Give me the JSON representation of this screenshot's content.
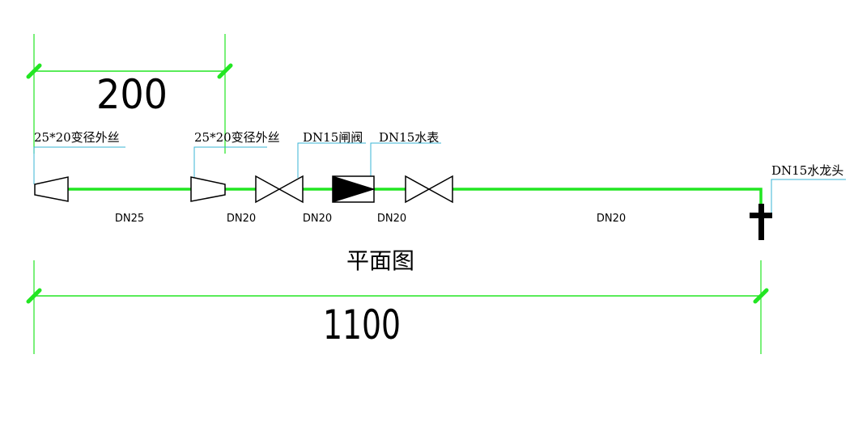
{
  "dimensions": {
    "top": "200",
    "bottom": "1100"
  },
  "labels": {
    "reducer_left": "25*20变径外丝",
    "reducer_right": "25*20变径外丝",
    "gate_valve": "DN15闸阀",
    "water_meter": "DN15水表",
    "faucet": "DN15水龙头"
  },
  "pipe_sizes": [
    "DN25",
    "DN20",
    "DN20",
    "DN20",
    "DN20"
  ],
  "title": "平面图",
  "colors": {
    "pipe": "#22e622",
    "leader": "#39b5d6",
    "symbol": "#000000"
  }
}
